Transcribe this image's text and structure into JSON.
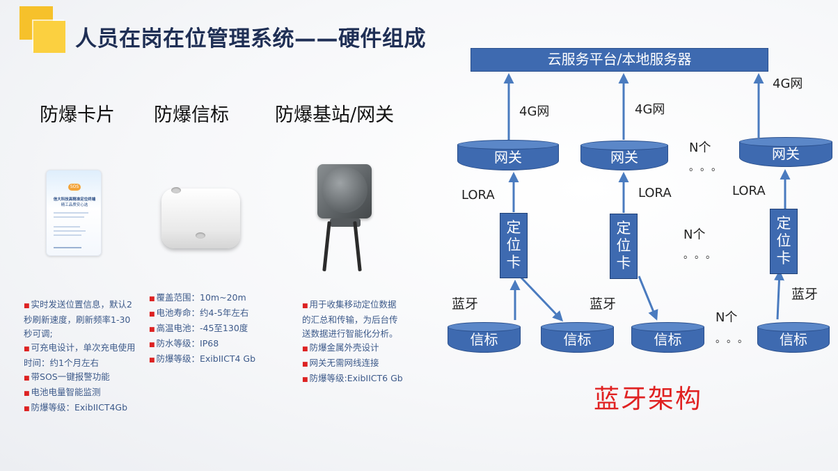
{
  "title": "人员在岗在位管理系统——硬件组成",
  "products": {
    "card": {
      "heading": "防爆卡片",
      "label_sos": "SOS",
      "label_card": "信大科技高精准定位终端",
      "label_card2": "精工品质安心选",
      "bullets": [
        "实时发送位置信息，默认2",
        "秒刷新速度，刷新频率1-30",
        "秒可调;",
        "可充电设计，单次充电使用",
        "时间：约1个月左右",
        "带SOS一键报警功能",
        "电池电量智能监测",
        "防爆等级：ExibIICT4Gb"
      ]
    },
    "beacon": {
      "heading": "防爆信标",
      "bullets": [
        "覆盖范围：10m~20m",
        "电池寿命：约4-5年左右",
        "高温电池：-45至130度",
        "防水等级：IP68",
        "防爆等级：ExibIICT4 Gb"
      ]
    },
    "gateway": {
      "heading": "防爆基站/网关",
      "bullets": [
        "用于收集移动定位数据",
        "的汇总和传输，为后台传",
        "送数据进行智能化分析。",
        "防爆金属外壳设计",
        "网关无需网线连接",
        "防爆等级:ExibIICT6 Gb"
      ]
    }
  },
  "diagram": {
    "server": "云服务平台/本地服务器",
    "net_4g": "4G网",
    "gateway": "网关",
    "lora": "LORA",
    "locator": [
      "定",
      "位",
      "卡"
    ],
    "bluetooth": "蓝牙",
    "beacon": "信标",
    "n_count": "N个",
    "ellipsis": "。。。",
    "arch_title": "蓝牙架构",
    "colors": {
      "node_fill": "#3e6ab0",
      "node_border": "#2a4f8c",
      "arrow": "#4a7bbf",
      "accent_red": "#e02222"
    }
  }
}
